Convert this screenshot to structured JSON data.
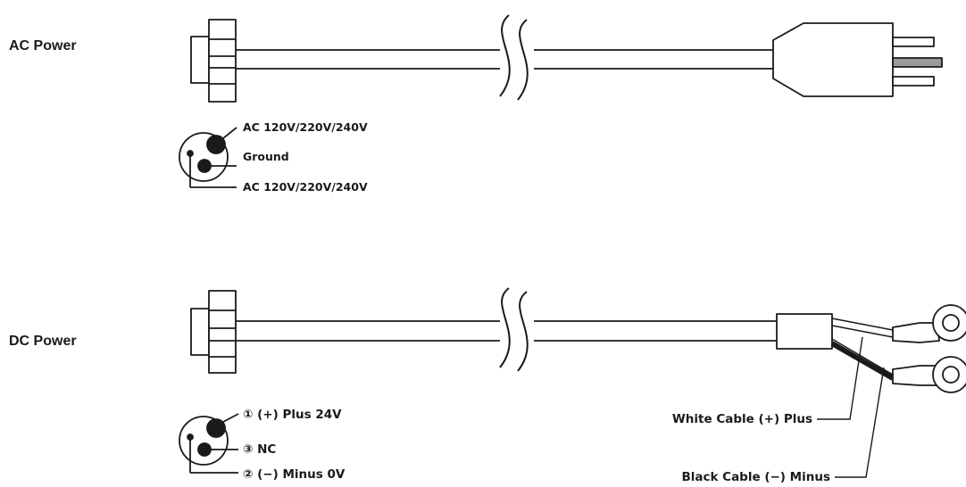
{
  "ac": {
    "title": "AC Power",
    "pins": {
      "top": "AC 120V/220V/240V",
      "middle": "Ground",
      "bottom": "AC 120V/220V/240V"
    }
  },
  "dc": {
    "title": "DC Power",
    "pins": {
      "top": "① (+) Plus 24V",
      "middle": "③ NC",
      "bottom": "② (−) Minus 0V"
    },
    "cables": {
      "white": "White Cable (+) Plus",
      "black": "Black Cable (−) Minus"
    }
  }
}
